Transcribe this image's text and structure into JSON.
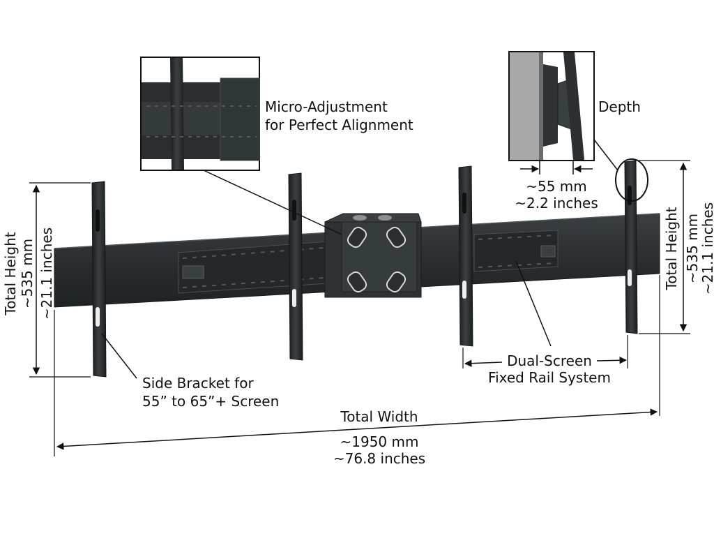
{
  "colors": {
    "metal": "#2b2f31",
    "metal_light": "#3d4245",
    "metal_edge": "#1a1c1e",
    "line": "#111111",
    "wall": "#a8a8a8"
  },
  "labels": {
    "micro_line1": "Micro-Adjustment",
    "micro_line2": "for Perfect Alignment",
    "depth": "Depth",
    "depth_mm": "~55 mm",
    "depth_in": "~2.2 inches",
    "height_left_line1": "Total Height",
    "height_left_line2": "~535 mm",
    "height_left_line3": "~21.1 inches",
    "height_right_line1": "Total Height",
    "height_right_line2": "~535 mm",
    "height_right_line3": "~21.1 inches",
    "dual_line1": "Dual-Screen",
    "dual_line2": "Fixed Rail System",
    "side_line1": "Side Bracket for",
    "side_line2": "55” to 65”+ Screen",
    "width_line1": "Total Width",
    "width_line2": "~1950 mm",
    "width_line3": "~76.8 inches"
  }
}
